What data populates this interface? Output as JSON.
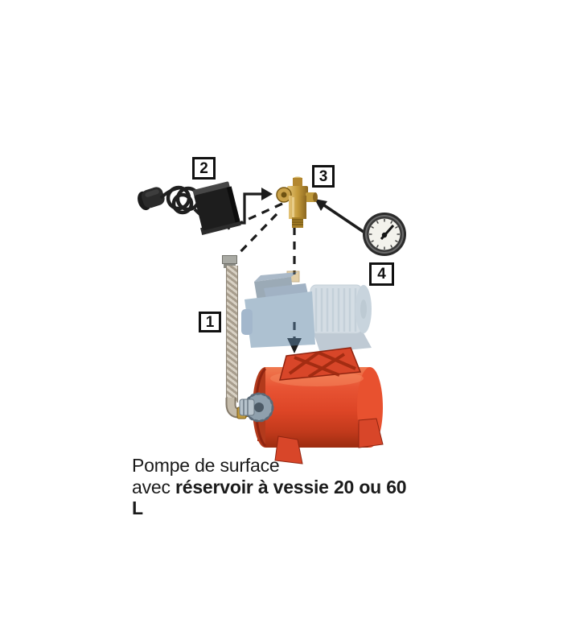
{
  "caption": {
    "line1": "Pompe de surface",
    "line2_regular": "avec ",
    "line2_bold": "réservoir à vessie 20 ou 60 L"
  },
  "callouts": {
    "c1": {
      "label": "1",
      "part": "flexible-hose"
    },
    "c2": {
      "label": "2",
      "part": "pressure-switch"
    },
    "c3": {
      "label": "3",
      "part": "five-way-brass-fitting"
    },
    "c4": {
      "label": "4",
      "part": "pressure-gauge"
    }
  },
  "colors": {
    "line": "#1c1c1c",
    "tank_red": "#d84629",
    "tank_red_dark": "#8f2410",
    "brass": "#c09a3c",
    "switch_black": "#1d1d1d",
    "pump_blue": "#5d84a5",
    "hose_beige": "#c7bead",
    "gauge_face": "#f3f2ec"
  }
}
